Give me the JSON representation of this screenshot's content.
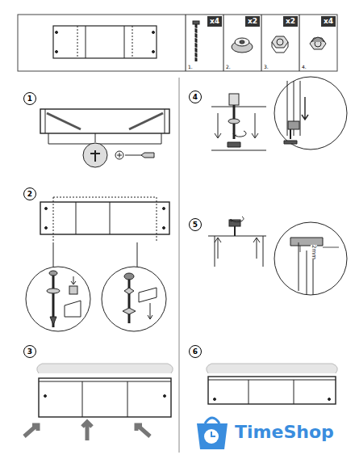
{
  "diagram": {
    "nodes": [
      {
        "text": [
          "x4",
          "1."
        ]
      },
      {
        "text": [
          "x2",
          "2."
        ]
      },
      {
        "text": [
          "x2",
          "3."
        ]
      },
      {
        "text": [
          "x4",
          "4."
        ]
      },
      {
        "text": [
          "1"
        ]
      },
      {
        "text": [
          "2"
        ]
      },
      {
        "text": [
          "3"
        ]
      },
      {
        "text": [
          "4"
        ]
      },
      {
        "text": [
          "5"
        ]
      },
      {
        "text": [
          "6"
        ]
      }
    ],
    "labels": [
      "2mm",
      "TimeShop"
    ]
  }
}
